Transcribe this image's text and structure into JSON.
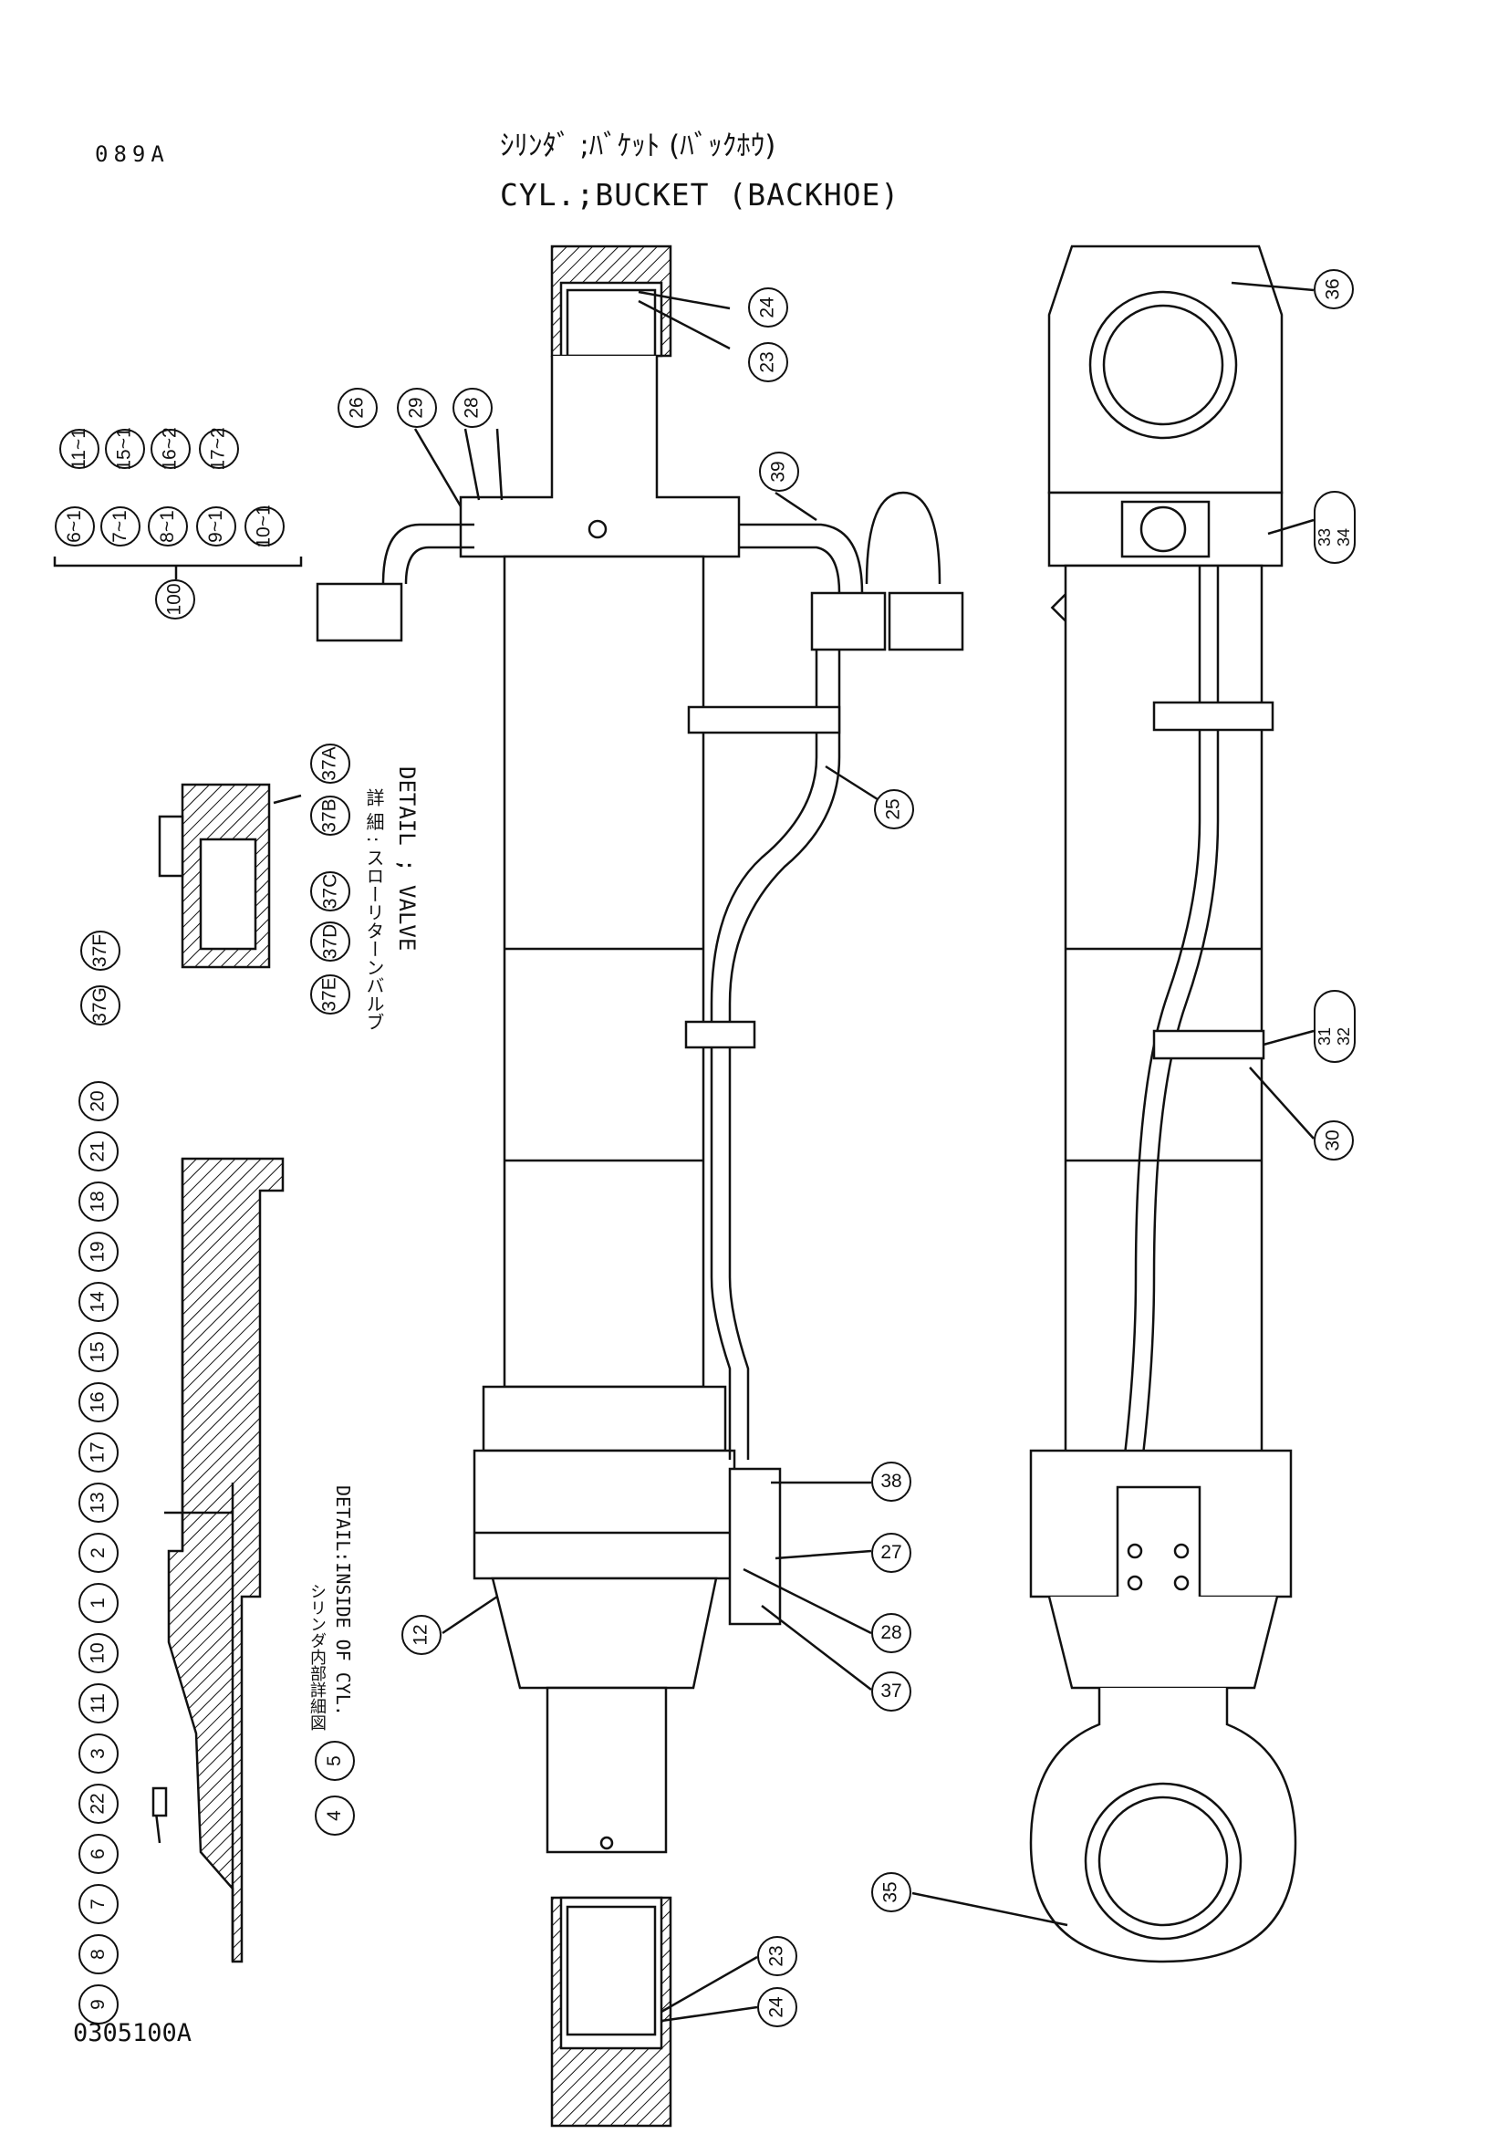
{
  "page_code": "089A",
  "title_jp": "ｼﾘﾝﾀﾞ ;ﾊﾞｹｯﾄ (ﾊﾞｯｸﾎｳ)",
  "title_en": "CYL.;BUCKET (BACKHOE)",
  "doc_code": "0305100A",
  "valve_detail_jp": "詳 細 : スローリターンバルブ",
  "valve_detail_en": "DETAIL ; VALVE",
  "inside_detail_jp": "シリンダ内部詳細図",
  "inside_detail_en": "DETAIL:INSIDE OF CYL.",
  "kit_group": {
    "top_row": [
      "11~1",
      "15~1",
      "16~2",
      "17~2"
    ],
    "bottom_row": [
      "6~1",
      "7~1",
      "8~1",
      "9~1",
      "10~1"
    ],
    "kit": "100"
  },
  "callouts": {
    "c24a": "24",
    "c23a": "23",
    "c26": "26",
    "c29": "29",
    "c28a": "28",
    "c39": "39",
    "c25": "25",
    "c36": "36",
    "c3334": "33 34",
    "c3132": "31 32",
    "c30": "30",
    "c38": "38",
    "c27": "27",
    "c28b": "28",
    "c37": "37",
    "c12": "12",
    "c35": "35",
    "c23b": "23",
    "c24b": "24",
    "c37A": "37A",
    "c37B": "37B",
    "c37C": "37C",
    "c37D": "37D",
    "c37E": "37E",
    "c37F": "37F",
    "c37G": "37G",
    "c20": "20",
    "c21": "21",
    "c18": "18",
    "c19": "19",
    "c14": "14",
    "c15": "15",
    "c16": "16",
    "c17": "17",
    "c13": "13",
    "c2": "2",
    "c1": "1",
    "c10": "10",
    "c11": "11",
    "c3": "3",
    "c22": "22",
    "c6": "6",
    "c7": "7",
    "c8": "8",
    "c9": "9",
    "c5": "5",
    "c4": "4"
  }
}
